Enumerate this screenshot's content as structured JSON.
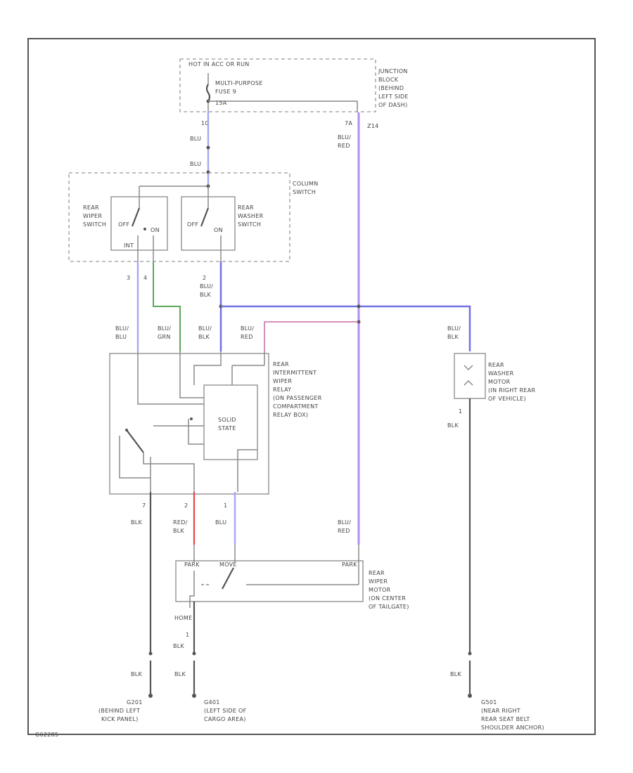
{
  "fuse_box": {
    "header": "HOT IN ACC OR RUN",
    "fuse": [
      "MULTI-PURPOSE",
      "FUSE 9",
      "15A"
    ],
    "location": [
      "JUNCTION",
      "BLOCK",
      "(BEHIND",
      "LEFT SIDE",
      "OF DASH)"
    ],
    "pin_left": "10",
    "pin_right": "7A",
    "connector_right": "Z14"
  },
  "column_switch": {
    "title": [
      "COLUMN",
      "SWITCH"
    ],
    "wiper": [
      "REAR",
      "WIPER",
      "SWITCH"
    ],
    "washer": [
      "REAR",
      "WASHER",
      "SWITCH"
    ],
    "wiper_off": "OFF",
    "wiper_int": "INT",
    "wiper_on": "ON",
    "washer_off": "OFF",
    "washer_on": "ON",
    "pin_wiper_a": "3",
    "pin_wiper_b": "4",
    "pin_washer": "2"
  },
  "wires": {
    "blu_top_1": "BLU",
    "blu_top_2": "BLU",
    "blu_red_top": [
      "BLU/",
      "RED"
    ],
    "blu_blk_washer": [
      "BLU/",
      "BLK"
    ],
    "relay_in_1": [
      "BLU/",
      "BLU"
    ],
    "relay_in_2": [
      "BLU/",
      "GRN"
    ],
    "relay_in_3": [
      "BLU/",
      "BLK"
    ],
    "relay_in_4": [
      "BLU/",
      "RED"
    ],
    "washer_motor_in": [
      "BLU/",
      "BLK"
    ],
    "washer_motor_out": "BLK",
    "washer_motor_pin": "1",
    "relay_out_1": "BLK",
    "relay_out_2": [
      "RED/",
      "BLK"
    ],
    "relay_out_3": "BLU",
    "relay_out_pin_1": "7",
    "relay_out_pin_2": "2",
    "relay_out_pin_3": "1",
    "motor_in": [
      "BLU/",
      "RED"
    ],
    "motor_ground": "BLK",
    "motor_ground_pin": "1",
    "ground_1_blk": "BLK",
    "ground_2_blk": "BLK",
    "ground_3_blk": "BLK"
  },
  "relay": {
    "title": [
      "REAR",
      "INTERMITTENT",
      "WIPER",
      "RELAY",
      "(ON PASSENGER",
      "COMPARTMENT",
      "RELAY BOX)"
    ],
    "solid_state": [
      "SOLID",
      "STATE"
    ]
  },
  "washer_motor": {
    "title": [
      "REAR",
      "WASHER",
      "MOTOR",
      "(IN RIGHT REAR",
      "OF VEHICLE)"
    ]
  },
  "wiper_motor": {
    "title": [
      "REAR",
      "WIPER",
      "MOTOR",
      "(ON CENTER",
      "OF TAILGATE)"
    ],
    "term_1": "PARK",
    "term_2": "MOVE",
    "term_3": "PARK",
    "term_4": "HOME"
  },
  "grounds": {
    "g1": [
      "G201",
      "(BEHIND LEFT",
      "KICK PANEL)"
    ],
    "g2": [
      "G401",
      "(LEFT SIDE OF",
      "CARGO AREA)"
    ],
    "g3": [
      "G501",
      "(NEAR RIGHT",
      "REAR SEAT BELT",
      "SHOULDER ANCHOR)"
    ]
  },
  "figure_id": "G62285"
}
